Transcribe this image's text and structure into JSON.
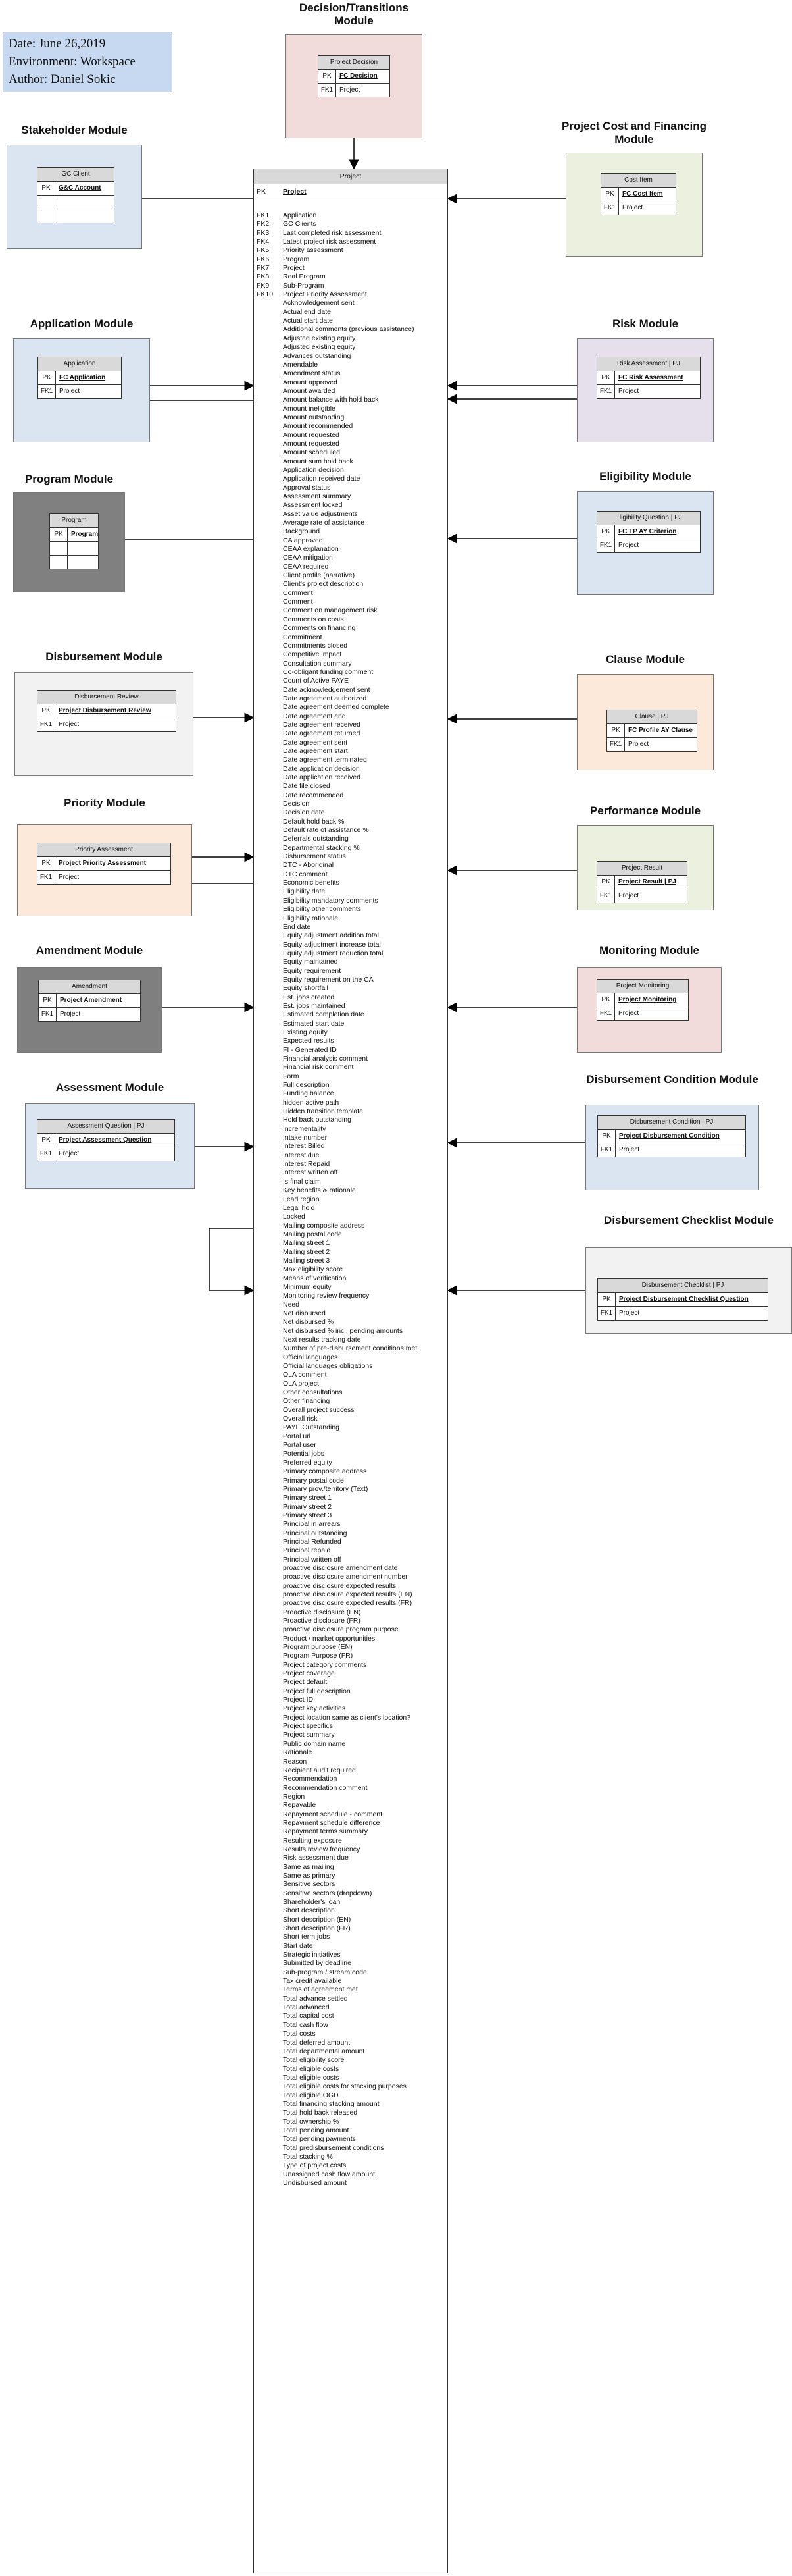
{
  "info": {
    "date": "Date: June 26,2019",
    "environment": "Environment: Workspace",
    "author": "Author: Daniel Sokic"
  },
  "colors": {
    "blue": "#dbe5f1",
    "red": "#f2dcdb",
    "green": "#ebf1de",
    "gray": "#f2f2f2",
    "dark": "#808080",
    "darker": "#7f7f7f",
    "orange": "#fde9d9",
    "lavender": "#e6e0ec",
    "header": "#d9d9d9"
  },
  "project": {
    "header": "Project",
    "pk_label": "PK",
    "pk_value": "Project",
    "fk_labels": [
      "FK1",
      "FK2",
      "FK3",
      "FK4",
      "FK5",
      "FK6",
      "FK7",
      "FK8",
      "FK9",
      "FK10"
    ],
    "attributes": [
      "Application",
      "GC Clients",
      "Last completed risk assessment",
      "Latest project risk assessment",
      "Priority assessment",
      "Program",
      "Project",
      "Real Program",
      "Sub-Program",
      "Project Priority Assessment",
      "Acknowledgement sent",
      "Actual end date",
      "Actual start date",
      "Additional comments (previous assistance)",
      "Adjusted existing equity",
      "Adjusted existing equity",
      "Advances outstanding",
      "Amendable",
      "Amendment status",
      "Amount approved",
      "Amount awarded",
      "Amount balance with hold back",
      "Amount ineligible",
      "Amount outstanding",
      "Amount recommended",
      "Amount requested",
      "Amount requested",
      "Amount scheduled",
      "Amount sum hold back",
      "Application decision",
      "Application received date",
      "Approval status",
      "Assessment summary",
      "Assessment locked",
      "Asset value adjustments",
      "Average rate of assistance",
      "Background",
      "CA approved",
      "CEAA explanation",
      "CEAA mitigation",
      "CEAA required",
      "Client profile (narrative)",
      "Client's project description",
      "Comment",
      "Comment",
      "Comment on management risk",
      "Comments on costs",
      "Comments on financing",
      "Commitment",
      "Commitments closed",
      "Competitive impact",
      "Consultation summary",
      "Co-obligant funding comment",
      "Count of Active PAYE",
      "Date acknowledgement sent",
      "Date agreement authorized",
      "Date agreement deemed complete",
      "Date agreement end",
      "Date agreement received",
      "Date agreement returned",
      "Date agreement sent",
      "Date agreement start",
      "Date agreement terminated",
      "Date application decision",
      "Date application received",
      "Date file closed",
      "Date recommended",
      "Decision",
      "Decision date",
      "Default hold back %",
      "Default rate of assistance %",
      "Deferrals outstanding",
      "Departmental stacking %",
      "Disbursement status",
      "DTC - Aboriginal",
      "DTC comment",
      "Economic benefits",
      "Eligibility date",
      "Eligibility mandatory comments",
      "Eligibility other comments",
      "Eligibility rationale",
      "End date",
      "Equity adjustment addition total",
      "Equity adjustment increase total",
      "Equity adjustment reduction total",
      "Equity maintained",
      "Equity requirement",
      "Equity requirement on the CA",
      "Equity shortfall",
      "Est. jobs created",
      "Est. jobs maintained",
      "Estimated completion date",
      "Estimated start date",
      "Existing equity",
      "Expected results",
      "FI - Generated ID",
      "Financial analysis comment",
      "Financial risk comment",
      "Form",
      "Full description",
      "Funding balance",
      "hidden active path",
      "Hidden transition template",
      "Hold back outstanding",
      "Incrementality",
      "Intake number",
      "Interest Billed",
      "Interest due",
      "Interest Repaid",
      "Interest written off",
      "Is final claim",
      "Key benefits & rationale",
      "Lead region",
      "Legal hold",
      "Locked",
      "Mailing composite address",
      "Mailing postal code",
      "Mailing street 1",
      "Mailing street 2",
      "Mailing street 3",
      "Max eligibility score",
      "Means of verification",
      "Minimum equity",
      "Monitoring review frequency",
      "Need",
      "Net disbursed",
      "Net disbursed %",
      "Net disbursed % incl. pending amounts",
      "Next results tracking date",
      "Number of pre-disbursement conditions met",
      "Official languages",
      "Official languages obligations",
      "OLA comment",
      "OLA project",
      "Other consultations",
      "Other financing",
      "Overall project success",
      "Overall risk",
      "PAYE Outstanding",
      "Portal url",
      "Portal user",
      "Potential jobs",
      "Preferred equity",
      "Primary composite address",
      "Primary postal code",
      "Primary prov./territory (Text)",
      "Primary street 1",
      "Primary street 2",
      "Primary street 3",
      "Principal in arrears",
      "Principal outstanding",
      "Principal Refunded",
      "Principal repaid",
      "Principal written off",
      "proactive disclosure amendment date",
      "proactive disclosure amendment number",
      "proactive disclosure expected results",
      "proactive disclosure expected results (EN)",
      "proactive disclosure expected results (FR)",
      "Proactive disclosure (EN)",
      "Proactive disclosure (FR)",
      "proactive disclosure program purpose",
      "Product / market opportunities",
      "Program purpose (EN)",
      "Program Purpose (FR)",
      "Project category comments",
      "Project coverage",
      "Project default",
      "Project full description",
      "Project ID",
      "Project key activities",
      "Project location same as client's location?",
      "Project specifics",
      "Project summary",
      "Public domain name",
      "Rationale",
      "Reason",
      "Recipient audit required",
      "Recommendation",
      "Recommendation comment",
      "Region",
      "Repayable",
      "Repayment schedule - comment",
      "Repayment schedule difference",
      "Repayment terms summary",
      "Resulting exposure",
      "Results review frequency",
      "Risk assessment due",
      "Same as mailing",
      "Same as primary",
      "Sensitive sectors",
      "Sensitive sectors (dropdown)",
      "Shareholder's loan",
      "Short description",
      "Short description (EN)",
      "Short description (FR)",
      "Short term jobs",
      "Start date",
      "Strategic initiatives",
      "Submitted by deadline",
      "Sub-program / stream code",
      "Tax credit available",
      "Terms of agreement met",
      "Total advance settled",
      "Total advanced",
      "Total capital cost",
      "Total cash flow",
      "Total costs",
      "Total deferred amount",
      "Total departmental amount",
      "Total eligibility score",
      "Total eligible costs",
      "Total eligible costs",
      "Total eligible costs for stacking purposes",
      "Total eligible OGD",
      "Total financing stacking amount",
      "Total hold back released",
      "Total ownership %",
      "Total pending amount",
      "Total pending payments",
      "Total predisbursement conditions",
      "Total stacking %",
      "Type of project costs",
      "Unassigned cash flow amount",
      "Undisbursed amount"
    ]
  },
  "modules": [
    {
      "id": "decision",
      "title": "Decision/Transitions Module",
      "entity": "Project Decision",
      "pk": "FC Decision",
      "fk": "Project",
      "color": "red"
    },
    {
      "id": "stakeholder",
      "title": "Stakeholder Module",
      "entity": "GC Client",
      "pk": "G&C Account",
      "fk": "",
      "color": "blue"
    },
    {
      "id": "cost",
      "title": "Project Cost and Financing Module",
      "entity": "Cost Item",
      "pk": "FC Cost Item",
      "fk": "Project",
      "color": "green"
    },
    {
      "id": "application",
      "title": "Application Module",
      "entity": "Application",
      "pk": "FC Application",
      "fk": "Project",
      "color": "blue"
    },
    {
      "id": "risk",
      "title": "Risk Module",
      "entity": "Risk Assessment | PJ",
      "pk": "FC Risk Assessment",
      "fk": "Project",
      "color": "lavender"
    },
    {
      "id": "program",
      "title": "Program Module",
      "entity": "Program",
      "pk": "Program",
      "fk": "",
      "color": "dark"
    },
    {
      "id": "eligibility",
      "title": "Eligibility Module",
      "entity": "Eligibility Question | PJ",
      "pk": "FC TP AY Criterion",
      "fk": "Project",
      "color": "blue"
    },
    {
      "id": "disbursement",
      "title": "Disbursement Module",
      "entity": "Disbursement Review",
      "pk": "Project Disbursement Review",
      "fk": "Project",
      "color": "gray"
    },
    {
      "id": "clause",
      "title": "Clause Module",
      "entity": "Clause | PJ",
      "pk": "FC Profile AY Clause",
      "fk": "Project",
      "color": "orange"
    },
    {
      "id": "priority",
      "title": "Priority Module",
      "entity": "Priority Assessment",
      "pk": "Project Priority Assessment",
      "fk": "Project",
      "color": "orange"
    },
    {
      "id": "performance",
      "title": "Performance Module",
      "entity": "Project Result",
      "pk": "Project Result | PJ",
      "fk": "Project",
      "color": "green"
    },
    {
      "id": "amendment",
      "title": "Amendment Module",
      "entity": "Amendment",
      "pk": "Project Amendment",
      "fk": "Project",
      "color": "darker"
    },
    {
      "id": "monitoring",
      "title": "Monitoring Module",
      "entity": "Project Monitoring",
      "pk": "Project Monitoring",
      "fk": "Project",
      "color": "red"
    },
    {
      "id": "assessment",
      "title": "Assessment Module",
      "entity": "Assessment Question | PJ",
      "pk": "Project Assessment Question",
      "fk": "Project",
      "color": "blue"
    },
    {
      "id": "dcondition",
      "title": "Disbursement Condition Module",
      "entity": "Disbursement Condition | PJ",
      "pk": "Project Disbursement Condition",
      "fk": "Project",
      "color": "blue"
    },
    {
      "id": "dchecklist",
      "title": "Disbursement Checklist Module",
      "entity": "Disbursement Checklist | PJ",
      "pk": "Project Disbursement Checklist Question",
      "fk": "Project",
      "color": "gray"
    }
  ],
  "labels": {
    "pk": "PK",
    "fk": "FK1"
  }
}
